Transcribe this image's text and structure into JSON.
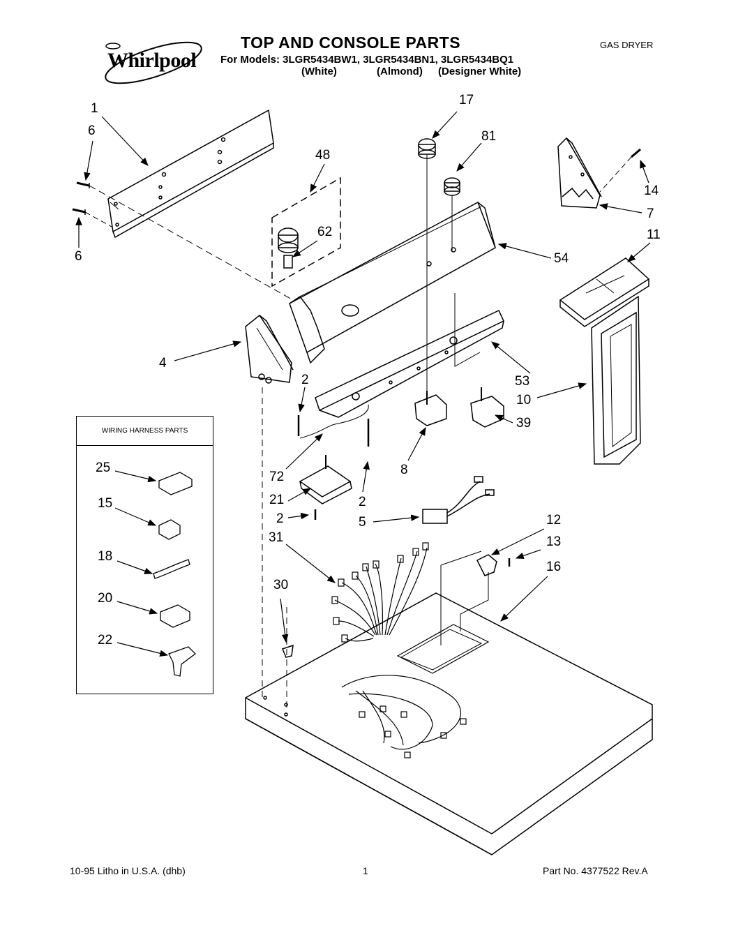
{
  "header": {
    "brand": "Whirlpool",
    "title": "TOP AND CONSOLE PARTS",
    "models_line": "For Models: 3LGR5434BW1, 3LGR5434BN1, 3LGR5434BQ1",
    "colors": [
      "(White)",
      "(Almond)",
      "(Designer White)"
    ],
    "product_type": "GAS DRYER"
  },
  "harness_box": {
    "title": "WIRING HARNESS PARTS"
  },
  "callouts": {
    "c1": "1",
    "c6a": "6",
    "c6b": "6",
    "c48": "48",
    "c62": "62",
    "c17": "17",
    "c81": "81",
    "c14": "14",
    "c7": "7",
    "c54": "54",
    "c11": "11",
    "c4": "4",
    "c53": "53",
    "c10": "10",
    "c39": "39",
    "c2a": "2",
    "c72": "72",
    "c8": "8",
    "c21": "21",
    "c2b": "2",
    "c2c": "2",
    "c5": "5",
    "c12": "12",
    "c13": "13",
    "c31": "31",
    "c16": "16",
    "c30": "30",
    "c25": "25",
    "c15": "15",
    "c18": "18",
    "c20": "20",
    "c22": "22"
  },
  "footer": {
    "left": "10-95 Litho in U.S.A. (dhb)",
    "page": "1",
    "right": "Part No. 4377522 Rev.A"
  }
}
